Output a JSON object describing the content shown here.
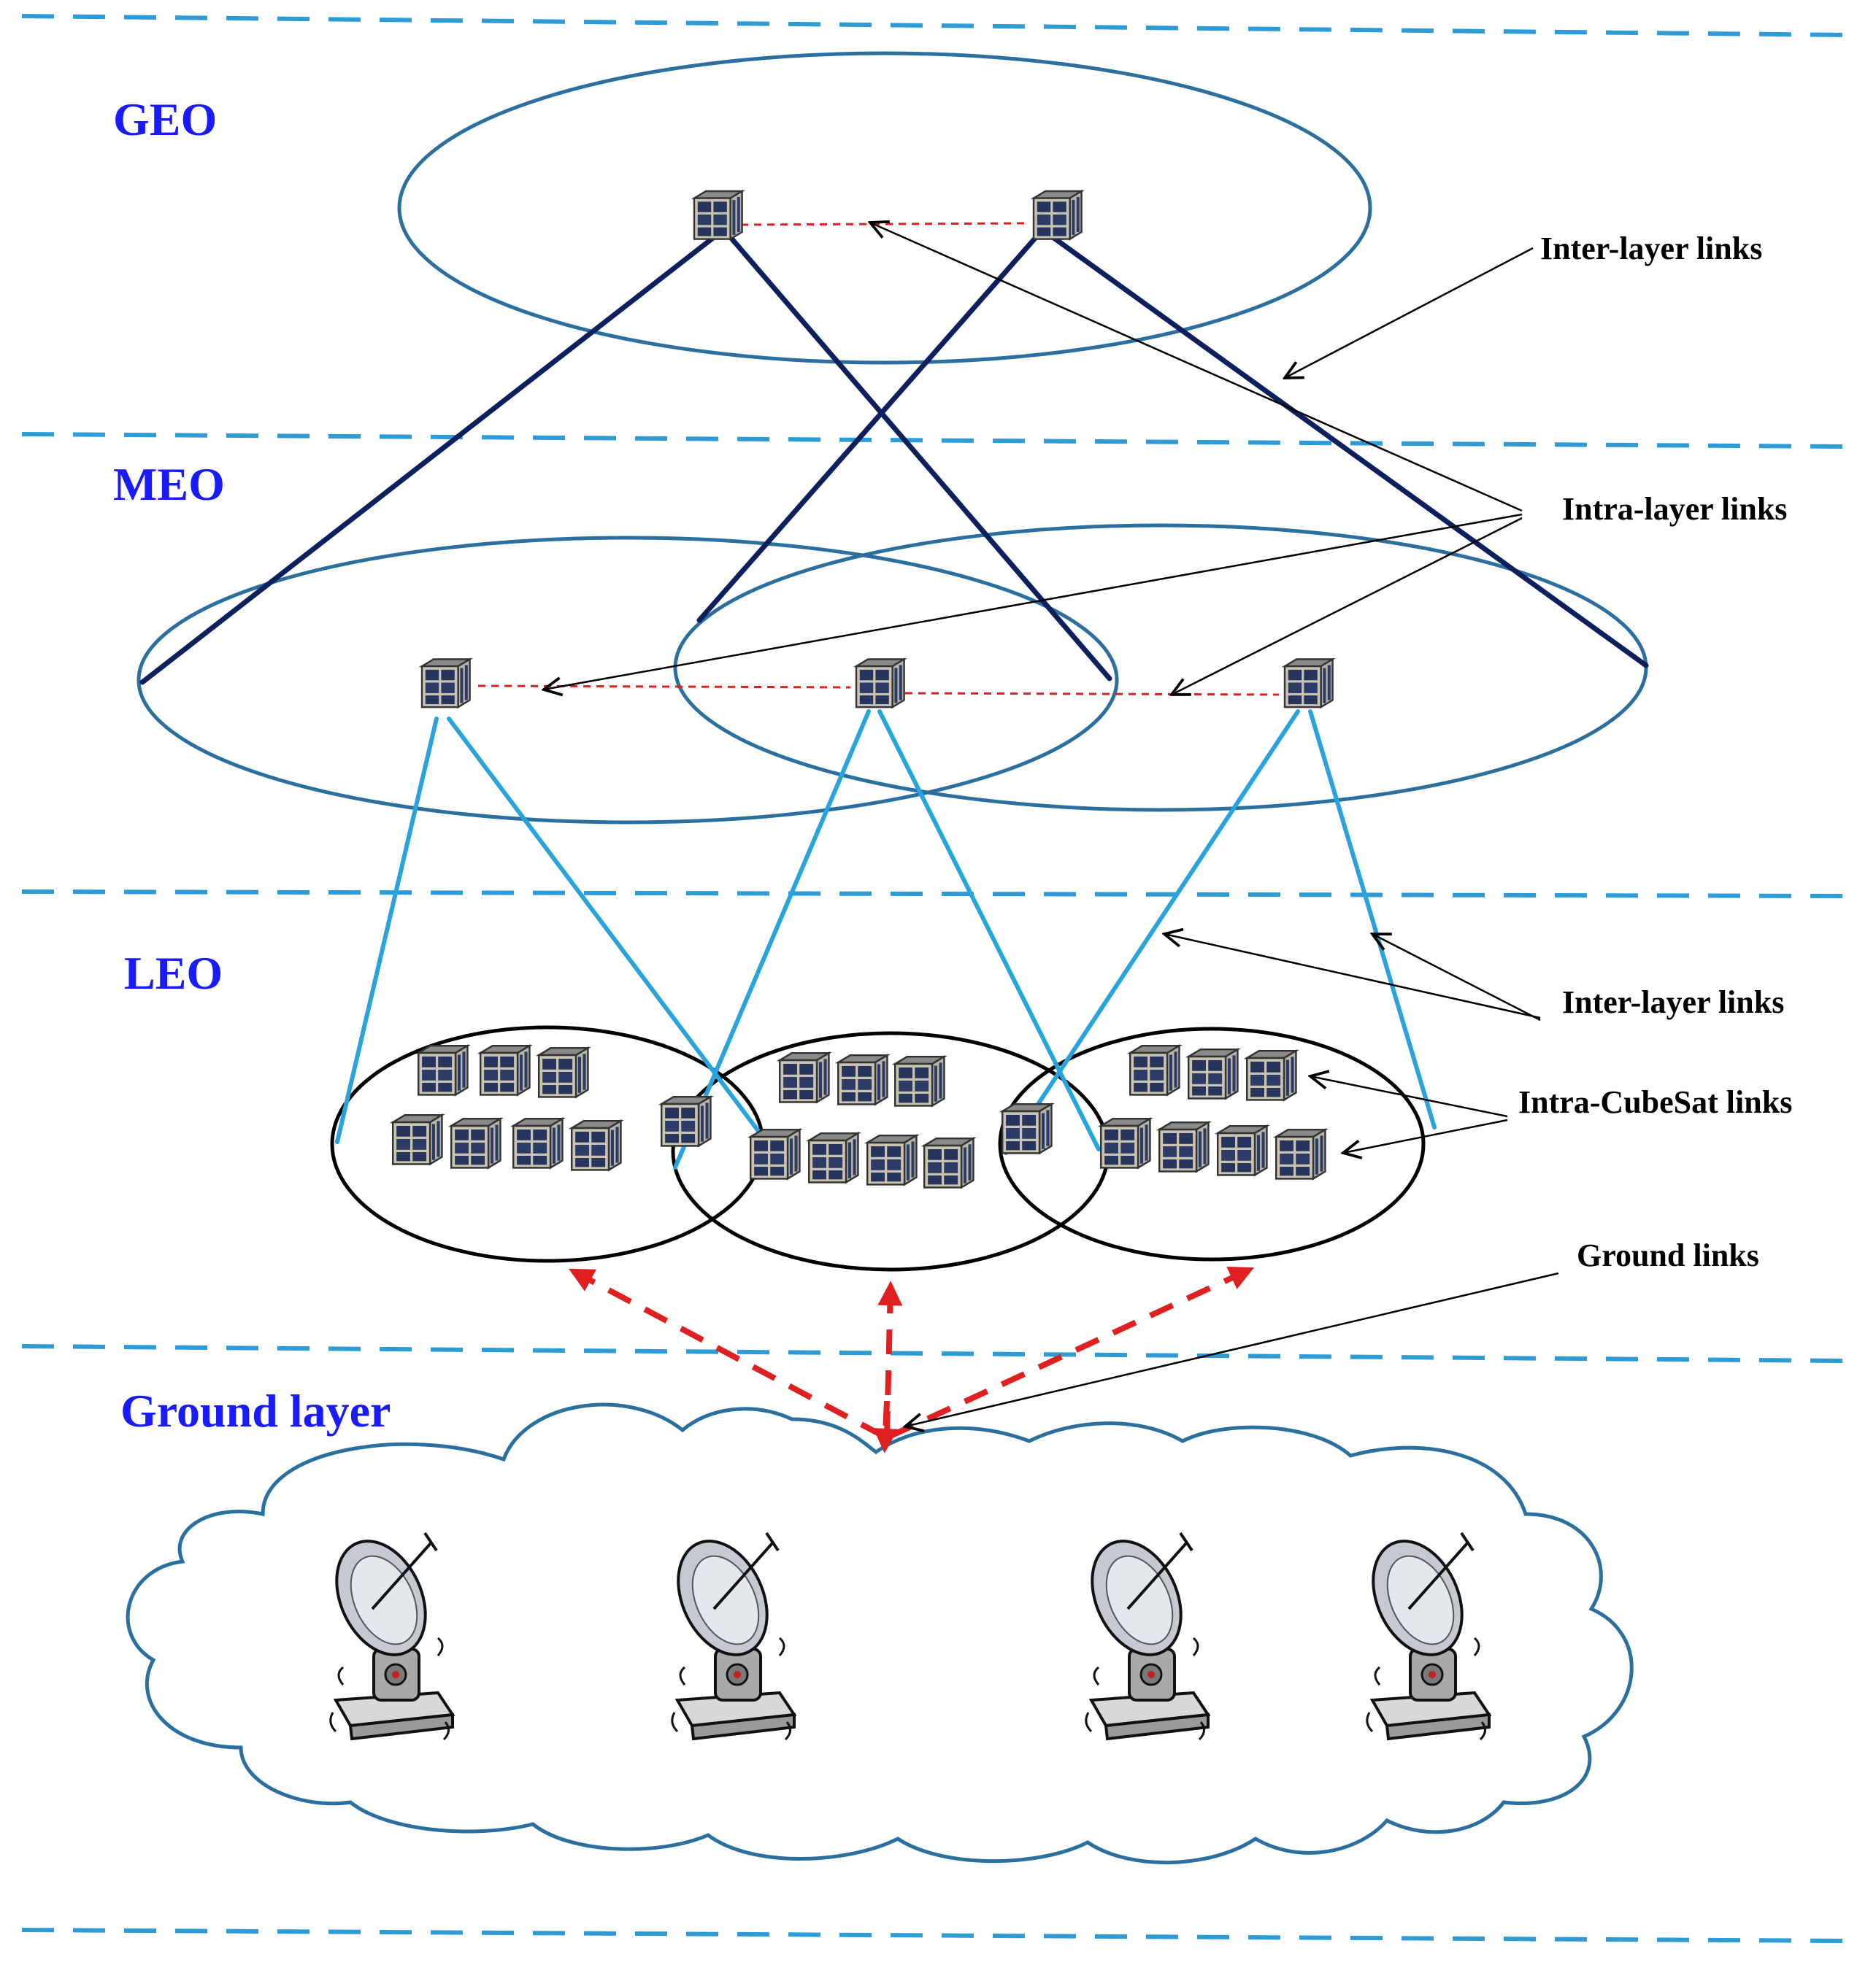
{
  "layers": {
    "geo": "GEO",
    "meo": "MEO",
    "leo": "LEO",
    "ground": "Ground layer"
  },
  "callouts": {
    "inter_layer_top": "Inter-layer links",
    "intra_layer": "Intra-layer links",
    "inter_layer_bottom": "Inter-layer links",
    "intra_cubesat": "Intra-CubeSat links",
    "ground_links": "Ground links"
  },
  "colors": {
    "layer_label": "#1a1aff",
    "separator": "#2e9bd6",
    "orbit_ellipse": "#2a6f9e",
    "geo_meo_link": "#0d1f5c",
    "meo_leo_link": "#29a3dc",
    "intra_link": "#e02020",
    "ground_link": "#e02020",
    "cloud_outline": "#2a6f9e",
    "leo_cluster": "#000000"
  },
  "icons": {
    "satellite": "cubesat-icon",
    "ground_station": "satellite-dish-icon"
  }
}
